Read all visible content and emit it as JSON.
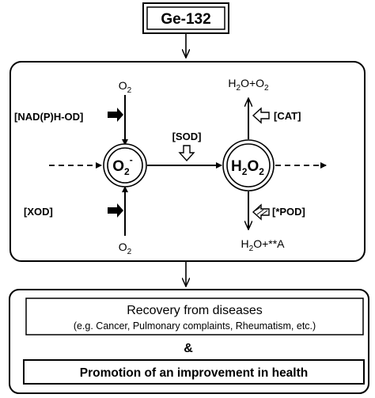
{
  "top_box": {
    "label": "Ge-132"
  },
  "molecules": {
    "o2_top": {
      "base": "O",
      "sub": "2"
    },
    "o2_bottom": {
      "base": "O",
      "sub": "2"
    },
    "superoxide": {
      "base": "O",
      "sub": "2",
      "sup": "-"
    },
    "h2o2": {
      "p1": "H",
      "s1": "2",
      "p2": "O",
      "s2": "2"
    },
    "h2o_o2": {
      "p1": "H",
      "s1": "2",
      "p2": "O+O",
      "s2": "2"
    },
    "h2o_a": {
      "p1": "H",
      "s1": "2",
      "p2": "O+**A"
    }
  },
  "enzymes": {
    "nadph": "[NAD(P)H-OD]",
    "xod": "[XOD]",
    "sod": "[SOD]",
    "cat": "[CAT]",
    "pod": "[*POD]"
  },
  "outcomes": {
    "recovery_title": "Recovery from diseases",
    "recovery_examples": "(e.g. Cancer, Pulmonary complaints, Rheumatism, etc.)",
    "conjunction": "&",
    "promotion": "Promotion of an improvement in health"
  }
}
